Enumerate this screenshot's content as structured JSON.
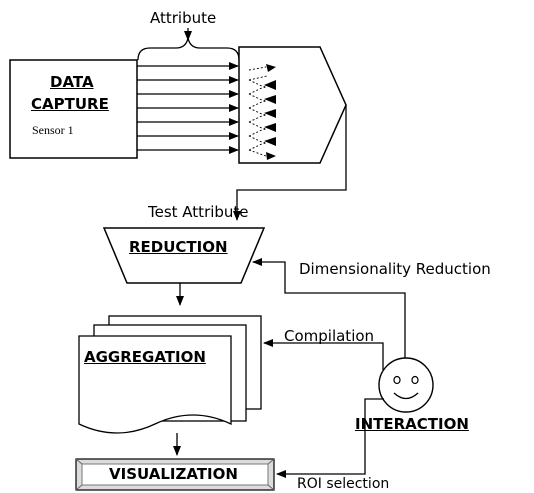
{
  "labels": {
    "attribute": "Attribute",
    "data_capture_line1": "DATA",
    "data_capture_line2": "CAPTURE",
    "sensor": "Sensor 1",
    "test_attribute": "Test Attribute",
    "reduction": "REDUCTION",
    "dimensionality_reduction": "Dimensionality Reduction",
    "compilation": "Compilation",
    "aggregation": "AGGREGATION",
    "interaction": "INTERACTION",
    "visualization": "VISUALIZATION",
    "roi_selection": "ROI selection"
  },
  "colors": {
    "stroke": "#000000",
    "background": "#ffffff",
    "visualization_frame": "#9a9a9a"
  },
  "icons": {
    "user": "smiley-face-icon"
  }
}
